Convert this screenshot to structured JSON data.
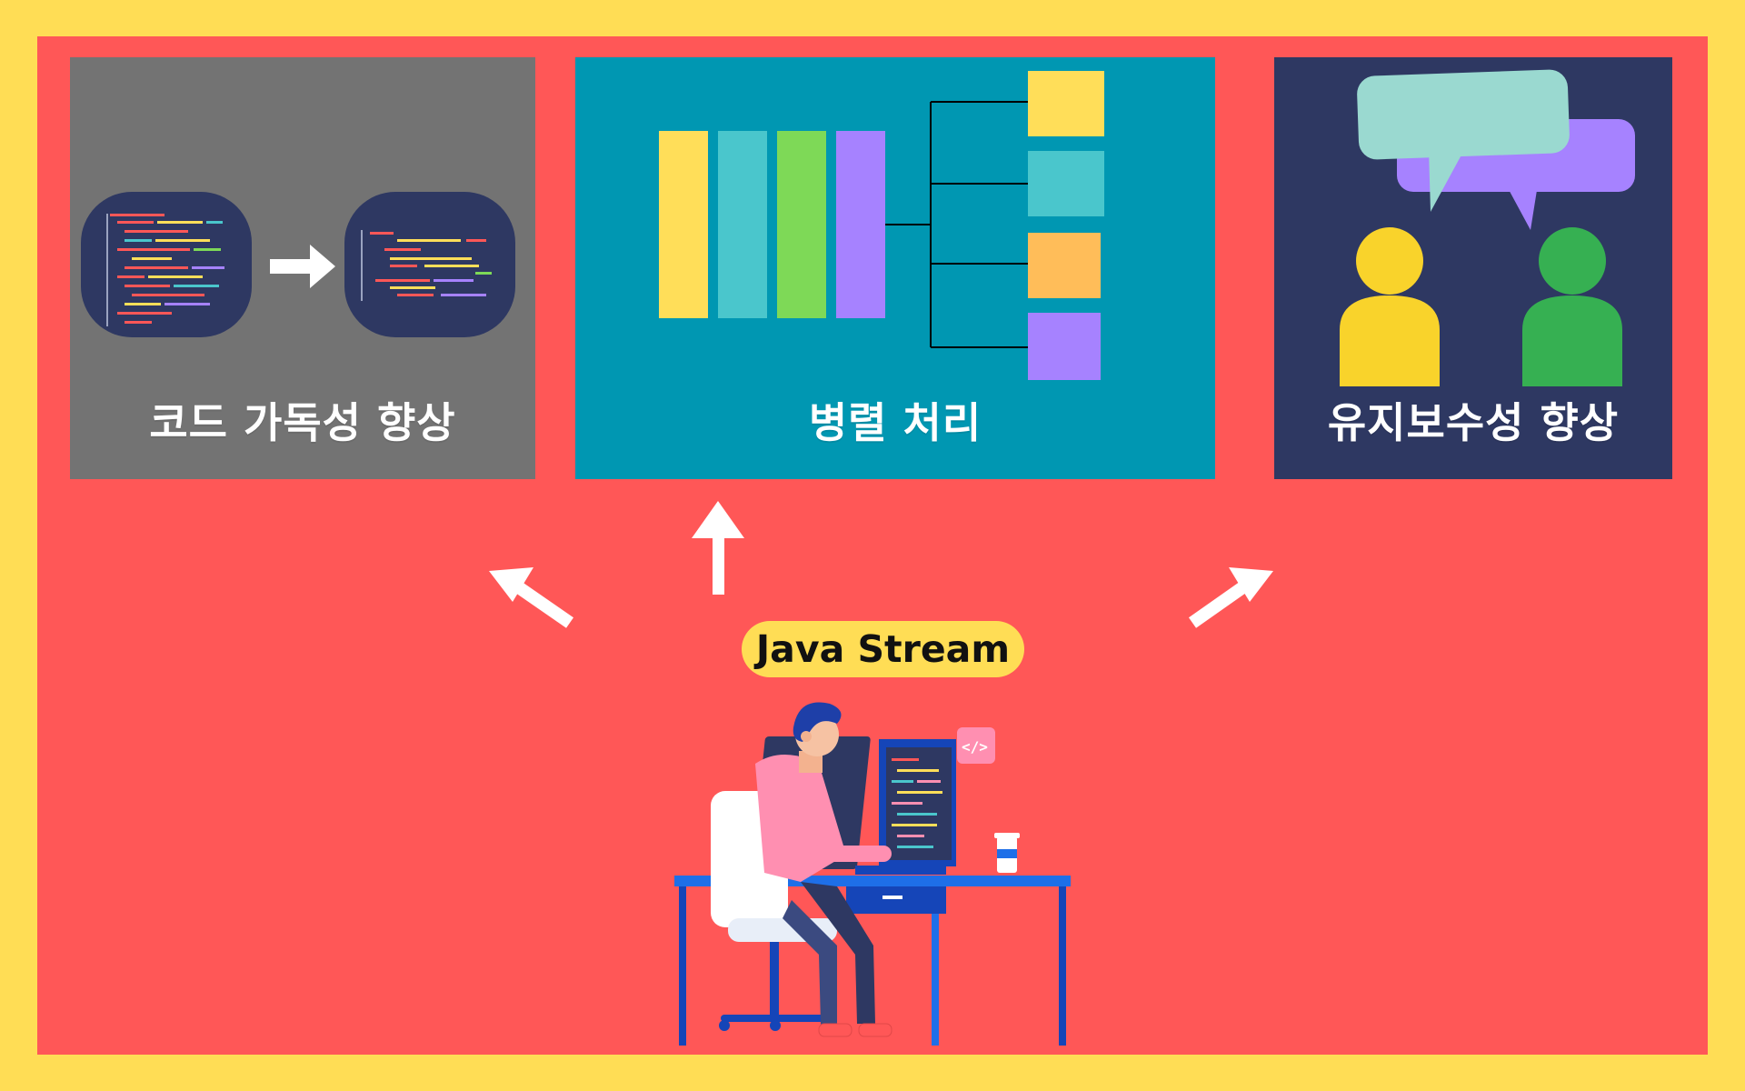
{
  "panels": [
    {
      "title": "코드 가독성 향상",
      "icon": "code-refactor-icon",
      "background": "#737373"
    },
    {
      "title": "병렬 처리",
      "icon": "parallel-split-icon",
      "background": "#0097B2"
    },
    {
      "title": "유지보수성 향상",
      "icon": "people-chat-icon",
      "background": "#2E3862"
    }
  ],
  "center": {
    "label": "Java Stream",
    "badge_color": "#FFDD55"
  },
  "colors": {
    "outer_border": "#FFDD55",
    "canvas": "#FF5757",
    "bar_yellow": "#FFDE59",
    "bar_teal": "#4AC6CC",
    "bar_green": "#7ED957",
    "bar_purple": "#A682FF",
    "box_orange": "#FFBD59",
    "bubble_mint": "#9AD9D0",
    "person_yellow": "#F9D32B",
    "person_green": "#36B052"
  }
}
